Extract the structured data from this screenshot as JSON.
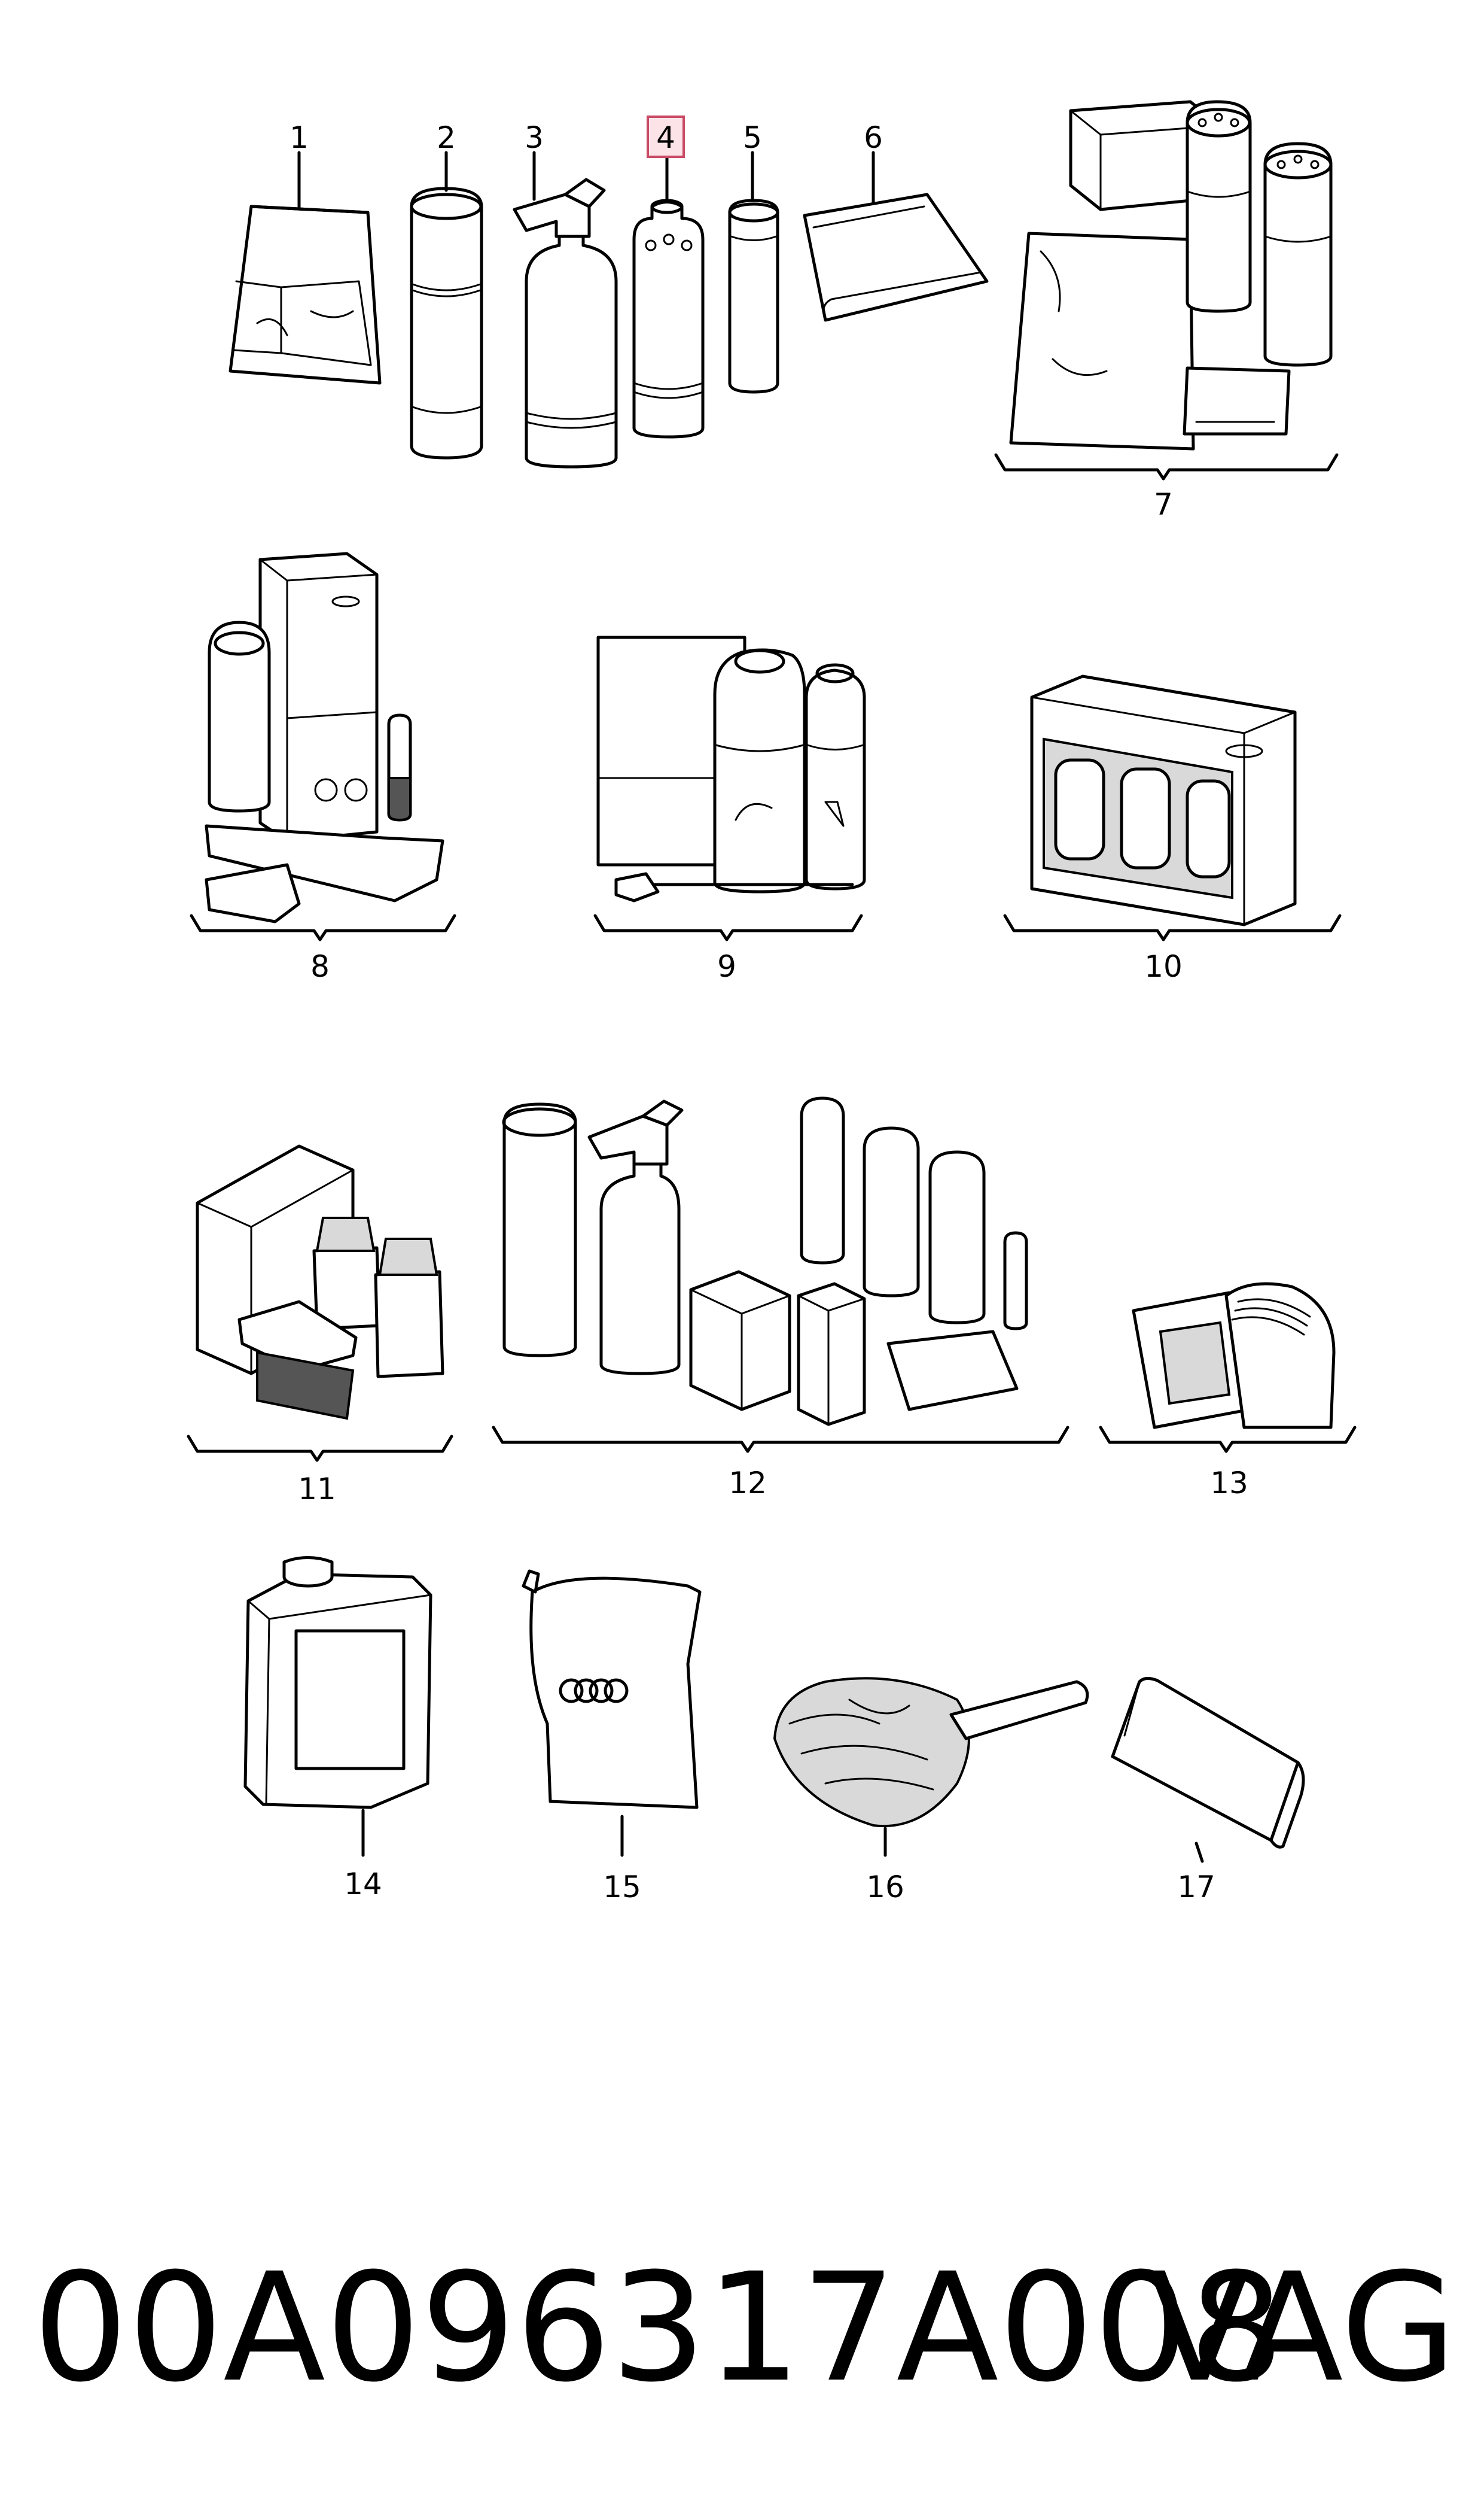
{
  "callouts": [
    {
      "id": "1",
      "label": "1",
      "highlighted": false
    },
    {
      "id": "2",
      "label": "2",
      "highlighted": false
    },
    {
      "id": "3",
      "label": "3",
      "highlighted": false
    },
    {
      "id": "4",
      "label": "4",
      "highlighted": true
    },
    {
      "id": "5",
      "label": "5",
      "highlighted": false
    },
    {
      "id": "6",
      "label": "6",
      "highlighted": false
    },
    {
      "id": "7",
      "label": "7",
      "highlighted": false
    },
    {
      "id": "8",
      "label": "8",
      "highlighted": false
    },
    {
      "id": "9",
      "label": "9",
      "highlighted": false
    },
    {
      "id": "10",
      "label": "10",
      "highlighted": false
    },
    {
      "id": "11",
      "label": "11",
      "highlighted": false
    },
    {
      "id": "12",
      "label": "12",
      "highlighted": false
    },
    {
      "id": "13",
      "label": "13",
      "highlighted": false
    },
    {
      "id": "14",
      "label": "14",
      "highlighted": false
    },
    {
      "id": "15",
      "label": "15",
      "highlighted": false
    },
    {
      "id": "16",
      "label": "16",
      "highlighted": false
    },
    {
      "id": "17",
      "label": "17",
      "highlighted": false
    }
  ],
  "footer": {
    "part_number": "00A096317A008",
    "brand": "VAG"
  },
  "colors": {
    "line": "#000000",
    "highlight_fill": "#fbe3e8",
    "highlight_stroke": "#c94a64"
  }
}
